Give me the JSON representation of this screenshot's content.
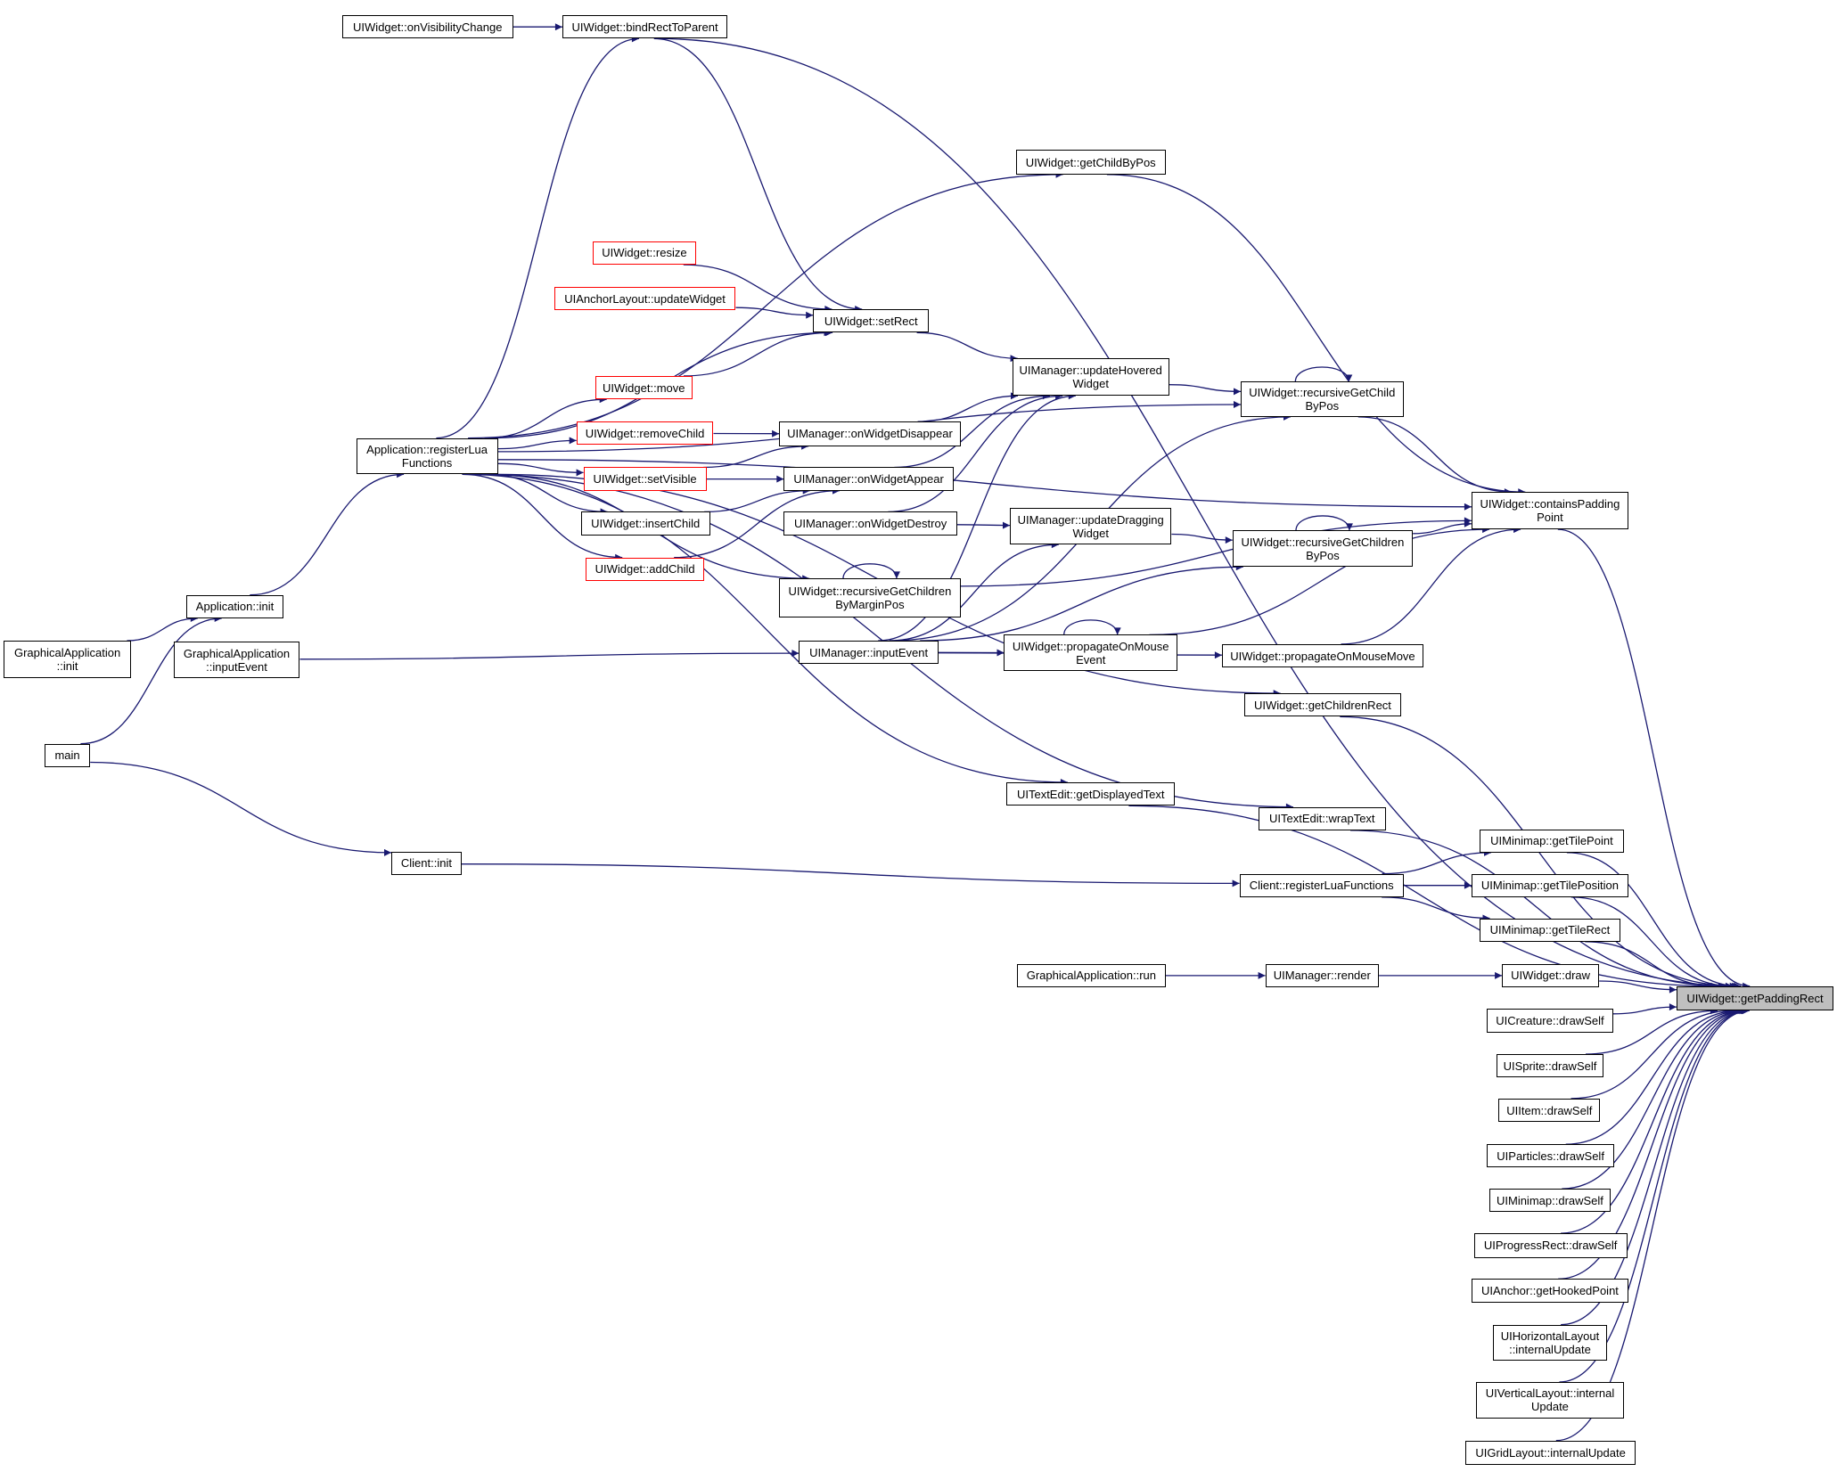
{
  "diagram": {
    "focus_node": "UIWidget::getPaddingRect",
    "edge_color": "#191970",
    "node_border_color": "#000000",
    "truncated_node_border_color": "#ff0000",
    "focus_fill": "#bfbfbf",
    "nodes": [
      {
        "id": "getPaddingRect",
        "label": "UIWidget::getPaddingRect",
        "style": "focus"
      },
      {
        "id": "onVisibilityChange",
        "label": "UIWidget::onVisibilityChange",
        "style": "normal"
      },
      {
        "id": "bindRectToParent",
        "label": "UIWidget::bindRectToParent",
        "style": "normal"
      },
      {
        "id": "getChildByPos",
        "label": "UIWidget::getChildByPos",
        "style": "normal"
      },
      {
        "id": "resize",
        "label": "UIWidget::resize",
        "style": "truncated"
      },
      {
        "id": "anchorUpdateWidget",
        "label": "UIAnchorLayout::updateWidget",
        "style": "truncated"
      },
      {
        "id": "setRect",
        "label": "UIWidget::setRect",
        "style": "normal"
      },
      {
        "id": "updateHoveredWidget",
        "label": "UIManager::updateHovered\nWidget",
        "style": "normal"
      },
      {
        "id": "recursiveGetChildByPos",
        "label": "UIWidget::recursiveGetChild\nByPos",
        "style": "normal"
      },
      {
        "id": "move",
        "label": "UIWidget::move",
        "style": "truncated"
      },
      {
        "id": "removeChild",
        "label": "UIWidget::removeChild",
        "style": "truncated"
      },
      {
        "id": "onWidgetDisappear",
        "label": "UIManager::onWidgetDisappear",
        "style": "normal"
      },
      {
        "id": "registerLuaFunctions",
        "label": "Application::registerLua\nFunctions",
        "style": "normal"
      },
      {
        "id": "setVisible",
        "label": "UIWidget::setVisible",
        "style": "truncated"
      },
      {
        "id": "onWidgetAppear",
        "label": "UIManager::onWidgetAppear",
        "style": "normal"
      },
      {
        "id": "containsPaddingPoint",
        "label": "UIWidget::containsPadding\nPoint",
        "style": "normal"
      },
      {
        "id": "insertChild",
        "label": "UIWidget::insertChild",
        "style": "normal"
      },
      {
        "id": "onWidgetDestroy",
        "label": "UIManager::onWidgetDestroy",
        "style": "normal"
      },
      {
        "id": "updateDraggingWidget",
        "label": "UIManager::updateDragging\nWidget",
        "style": "normal"
      },
      {
        "id": "recursiveGetChildrenByPos",
        "label": "UIWidget::recursiveGetChildren\nByPos",
        "style": "normal"
      },
      {
        "id": "addChild",
        "label": "UIWidget::addChild",
        "style": "truncated"
      },
      {
        "id": "appInit",
        "label": "Application::init",
        "style": "normal"
      },
      {
        "id": "recursiveGetChildrenByMarginPos",
        "label": "UIWidget::recursiveGetChildren\nByMarginPos",
        "style": "normal"
      },
      {
        "id": "gaInit",
        "label": "GraphicalApplication\n::init",
        "style": "normal"
      },
      {
        "id": "gaInputEvent",
        "label": "GraphicalApplication\n::inputEvent",
        "style": "normal"
      },
      {
        "id": "managerInputEvent",
        "label": "UIManager::inputEvent",
        "style": "normal"
      },
      {
        "id": "propagateOnMouseEvent",
        "label": "UIWidget::propagateOnMouse\nEvent",
        "style": "normal"
      },
      {
        "id": "propagateOnMouseMove",
        "label": "UIWidget::propagateOnMouseMove",
        "style": "normal"
      },
      {
        "id": "getChildrenRect",
        "label": "UIWidget::getChildrenRect",
        "style": "normal"
      },
      {
        "id": "main",
        "label": "main",
        "style": "normal"
      },
      {
        "id": "getDisplayedText",
        "label": "UITextEdit::getDisplayedText",
        "style": "normal"
      },
      {
        "id": "wrapText",
        "label": "UITextEdit::wrapText",
        "style": "normal"
      },
      {
        "id": "getTilePoint",
        "label": "UIMinimap::getTilePoint",
        "style": "normal"
      },
      {
        "id": "clientInit",
        "label": "Client::init",
        "style": "normal"
      },
      {
        "id": "clientRegisterLua",
        "label": "Client::registerLuaFunctions",
        "style": "normal"
      },
      {
        "id": "getTilePosition",
        "label": "UIMinimap::getTilePosition",
        "style": "normal"
      },
      {
        "id": "getTileRect",
        "label": "UIMinimap::getTileRect",
        "style": "normal"
      },
      {
        "id": "gaRun",
        "label": "GraphicalApplication::run",
        "style": "normal"
      },
      {
        "id": "managerRender",
        "label": "UIManager::render",
        "style": "normal"
      },
      {
        "id": "widgetDraw",
        "label": "UIWidget::draw",
        "style": "normal"
      },
      {
        "id": "creatureDrawSelf",
        "label": "UICreature::drawSelf",
        "style": "normal"
      },
      {
        "id": "spriteDrawSelf",
        "label": "UISprite::drawSelf",
        "style": "normal"
      },
      {
        "id": "itemDrawSelf",
        "label": "UIItem::drawSelf",
        "style": "normal"
      },
      {
        "id": "particlesDrawSelf",
        "label": "UIParticles::drawSelf",
        "style": "normal"
      },
      {
        "id": "minimapDrawSelf",
        "label": "UIMinimap::drawSelf",
        "style": "normal"
      },
      {
        "id": "progressRectDrawSelf",
        "label": "UIProgressRect::drawSelf",
        "style": "normal"
      },
      {
        "id": "getHookedPoint",
        "label": "UIAnchor::getHookedPoint",
        "style": "normal"
      },
      {
        "id": "horizontalInternalUpdate",
        "label": "UIHorizontalLayout\n::internalUpdate",
        "style": "normal"
      },
      {
        "id": "verticalInternalUpdate",
        "label": "UIVerticalLayout::internal\nUpdate",
        "style": "normal"
      },
      {
        "id": "gridInternalUpdate",
        "label": "UIGridLayout::internalUpdate",
        "style": "normal"
      }
    ],
    "edges": [
      [
        "onVisibilityChange",
        "bindRectToParent"
      ],
      [
        "registerLuaFunctions",
        "bindRectToParent"
      ],
      [
        "bindRectToParent",
        "getPaddingRect"
      ],
      [
        "bindRectToParent",
        "setRect"
      ],
      [
        "registerLuaFunctions",
        "getChildByPos"
      ],
      [
        "getChildByPos",
        "containsPaddingPoint"
      ],
      [
        "registerLuaFunctions",
        "containsPaddingPoint"
      ],
      [
        "registerLuaFunctions",
        "recursiveGetChildByPos"
      ],
      [
        "resize",
        "setRect"
      ],
      [
        "anchorUpdateWidget",
        "setRect"
      ],
      [
        "move",
        "setRect"
      ],
      [
        "registerLuaFunctions",
        "setRect"
      ],
      [
        "setRect",
        "updateHoveredWidget"
      ],
      [
        "updateHoveredWidget",
        "recursiveGetChildByPos"
      ],
      [
        "recursiveGetChildByPos",
        "recursiveGetChildByPos"
      ],
      [
        "recursiveGetChildByPos",
        "containsPaddingPoint"
      ],
      [
        "registerLuaFunctions",
        "move"
      ],
      [
        "registerLuaFunctions",
        "removeChild"
      ],
      [
        "removeChild",
        "onWidgetDisappear"
      ],
      [
        "onWidgetDisappear",
        "updateHoveredWidget"
      ],
      [
        "registerLuaFunctions",
        "setVisible"
      ],
      [
        "setVisible",
        "onWidgetDisappear"
      ],
      [
        "setVisible",
        "onWidgetAppear"
      ],
      [
        "onWidgetAppear",
        "updateHoveredWidget"
      ],
      [
        "registerLuaFunctions",
        "insertChild"
      ],
      [
        "insertChild",
        "onWidgetAppear"
      ],
      [
        "registerLuaFunctions",
        "addChild"
      ],
      [
        "addChild",
        "onWidgetAppear"
      ],
      [
        "onWidgetDestroy",
        "updateHoveredWidget"
      ],
      [
        "onWidgetDestroy",
        "updateDraggingWidget"
      ],
      [
        "updateDraggingWidget",
        "recursiveGetChildrenByPos"
      ],
      [
        "recursiveGetChildrenByPos",
        "recursiveGetChildrenByPos"
      ],
      [
        "recursiveGetChildrenByPos",
        "containsPaddingPoint"
      ],
      [
        "registerLuaFunctions",
        "recursiveGetChildrenByMarginPos"
      ],
      [
        "recursiveGetChildrenByMarginPos",
        "recursiveGetChildrenByMarginPos"
      ],
      [
        "recursiveGetChildrenByMarginPos",
        "containsPaddingPoint"
      ],
      [
        "appInit",
        "registerLuaFunctions"
      ],
      [
        "gaInit",
        "appInit"
      ],
      [
        "main",
        "appInit"
      ],
      [
        "gaInputEvent",
        "managerInputEvent"
      ],
      [
        "managerInputEvent",
        "updateHoveredWidget"
      ],
      [
        "managerInputEvent",
        "updateDraggingWidget"
      ],
      [
        "managerInputEvent",
        "recursiveGetChildByPos"
      ],
      [
        "managerInputEvent",
        "recursiveGetChildrenByPos"
      ],
      [
        "managerInputEvent",
        "propagateOnMouseEvent"
      ],
      [
        "managerInputEvent",
        "propagateOnMouseMove"
      ],
      [
        "propagateOnMouseEvent",
        "propagateOnMouseEvent"
      ],
      [
        "propagateOnMouseEvent",
        "containsPaddingPoint"
      ],
      [
        "propagateOnMouseMove",
        "containsPaddingPoint"
      ],
      [
        "registerLuaFunctions",
        "getChildrenRect"
      ],
      [
        "getChildrenRect",
        "getPaddingRect"
      ],
      [
        "registerLuaFunctions",
        "getDisplayedText"
      ],
      [
        "getDisplayedText",
        "getPaddingRect"
      ],
      [
        "registerLuaFunctions",
        "wrapText"
      ],
      [
        "wrapText",
        "getPaddingRect"
      ],
      [
        "main",
        "clientInit"
      ],
      [
        "clientInit",
        "clientRegisterLua"
      ],
      [
        "clientRegisterLua",
        "getTilePoint"
      ],
      [
        "clientRegisterLua",
        "getTilePosition"
      ],
      [
        "clientRegisterLua",
        "getTileRect"
      ],
      [
        "getTilePoint",
        "getPaddingRect"
      ],
      [
        "getTilePosition",
        "getPaddingRect"
      ],
      [
        "getTileRect",
        "getPaddingRect"
      ],
      [
        "gaRun",
        "managerRender"
      ],
      [
        "managerRender",
        "widgetDraw"
      ],
      [
        "widgetDraw",
        "getPaddingRect"
      ],
      [
        "containsPaddingPoint",
        "getPaddingRect"
      ],
      [
        "creatureDrawSelf",
        "getPaddingRect"
      ],
      [
        "spriteDrawSelf",
        "getPaddingRect"
      ],
      [
        "itemDrawSelf",
        "getPaddingRect"
      ],
      [
        "particlesDrawSelf",
        "getPaddingRect"
      ],
      [
        "minimapDrawSelf",
        "getPaddingRect"
      ],
      [
        "progressRectDrawSelf",
        "getPaddingRect"
      ],
      [
        "getHookedPoint",
        "getPaddingRect"
      ],
      [
        "horizontalInternalUpdate",
        "getPaddingRect"
      ],
      [
        "verticalInternalUpdate",
        "getPaddingRect"
      ],
      [
        "gridInternalUpdate",
        "getPaddingRect"
      ]
    ]
  }
}
